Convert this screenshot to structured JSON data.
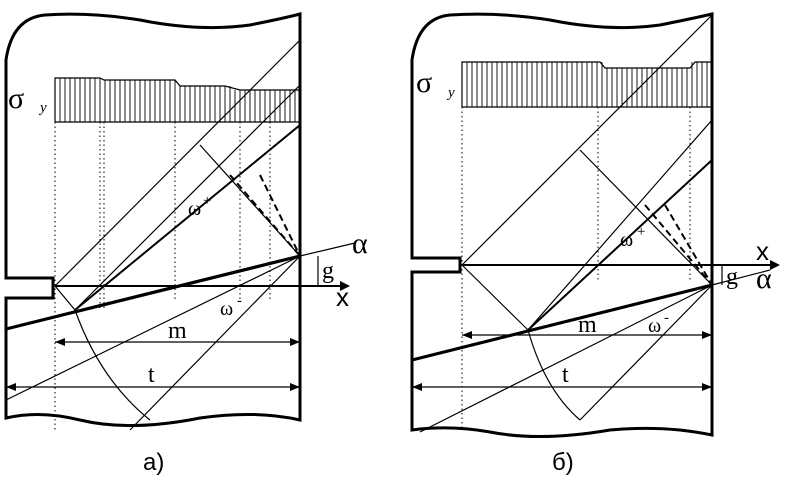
{
  "panels": [
    {
      "caption": "а)",
      "sigma": "σ",
      "sigma_sub": "y",
      "omega_plus": "ω",
      "omega_plus_sign": "+",
      "omega_minus": "ω",
      "omega_minus_sign": "-",
      "alpha": "α",
      "g": "g",
      "x": "x",
      "m": "m",
      "t": "t"
    },
    {
      "caption": "б)",
      "sigma": "σ",
      "sigma_sub": "y",
      "omega_plus": "ω",
      "omega_plus_sign": "+",
      "omega_minus": "ω",
      "omega_minus_sign": "-",
      "alpha": "α",
      "g": "g",
      "x": "x",
      "m": "m",
      "t": "t"
    }
  ]
}
